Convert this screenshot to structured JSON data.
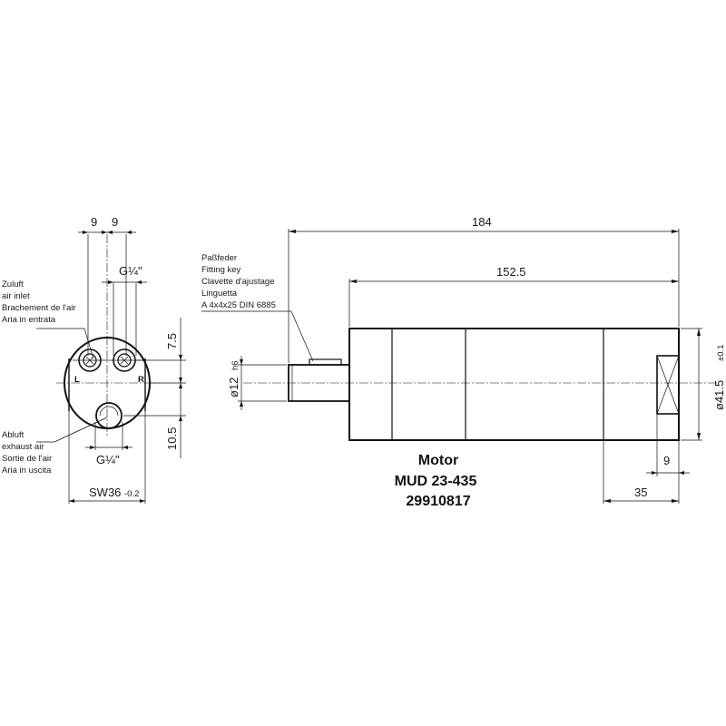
{
  "end_view": {
    "dim_offset_left": "9",
    "dim_offset_right": "9",
    "thread_top": "G¼\"",
    "thread_bottom": "G¼\"",
    "dim_vertical_top": "7.5",
    "dim_vertical_bottom": "10.5",
    "wrench_size": "SW36",
    "wrench_tolerance": "-0.2",
    "port_label_left": "L",
    "port_label_right": "R",
    "inlet_label": [
      "Zuluft",
      "air inlet",
      "Brachement de l'air",
      "Aria in entrata"
    ],
    "exhaust_label": [
      "Abluft",
      "exhaust air",
      "Sortie de l'air",
      "Aria in uscita"
    ]
  },
  "side_view": {
    "dim_total_length": "184",
    "dim_body_length": "152.5",
    "dim_shaft_diameter": "ø12",
    "dim_shaft_tolerance": "h6",
    "dim_body_diameter": "ø41.5",
    "dim_body_tolerance": "±0.1",
    "dim_flat_width": "9",
    "dim_flat_offset": "35",
    "key_label": [
      "Paßfeder",
      "Fitting key",
      "Clavette d'ajustage",
      "Linguetta",
      "A  4x4x25  DIN  6885"
    ]
  },
  "product": {
    "name": "Motor",
    "model": "MUD 23-435",
    "part_number": "29910817"
  }
}
